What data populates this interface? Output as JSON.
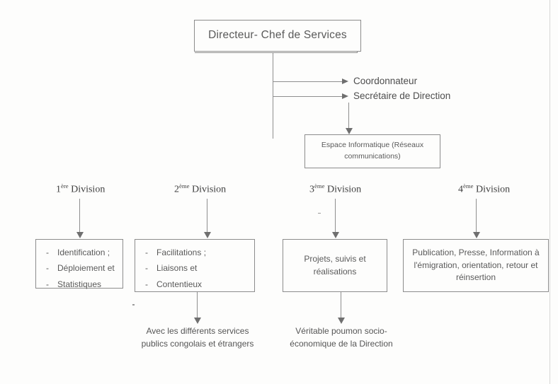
{
  "diagram": {
    "type": "organizational-chart",
    "language": "fr",
    "root": {
      "label": "Directeur- Chef de Services"
    },
    "staff_branches": [
      {
        "label": "Coordonnateur"
      },
      {
        "label": "Secrétaire de Direction"
      }
    ],
    "support_unit": {
      "line1": "Espace Informatique (Réseaux",
      "line2": "communications)"
    },
    "divisions": [
      {
        "ordinal": "1",
        "ordinal_suffix": "ère",
        "label_tail": " Division",
        "box_type": "list",
        "items": [
          "Identification ;",
          "Déploiement et",
          "Statistiques"
        ],
        "bullet": "-",
        "caption": null
      },
      {
        "ordinal": "2",
        "ordinal_suffix": "ème",
        "label_tail": " Division",
        "box_type": "list",
        "items": [
          "Facilitations ;",
          "Liaisons et",
          "Contentieux"
        ],
        "bullet": "-",
        "caption": {
          "line1": "Avec  les  différents  services",
          "line2": "publics congolais et étrangers"
        }
      },
      {
        "ordinal": "3",
        "ordinal_suffix": "ème",
        "label_tail": " Division",
        "box_type": "text",
        "text_line1": "Projets, suivis et",
        "text_line2": "réalisations",
        "caption": {
          "line1": "Véritable poumon socio-",
          "line2": "économique de la Direction"
        }
      },
      {
        "ordinal": "4",
        "ordinal_suffix": "ème",
        "label_tail": " Division",
        "box_type": "text",
        "text_line1": "Publication, Presse, Information à",
        "text_line2": "l'émigration, orientation, retour et",
        "text_line3": "réinsertion",
        "caption": null
      }
    ],
    "colors": {
      "stroke": "#8e8e8e",
      "text": "#555555",
      "background": "#fdfdfc"
    }
  }
}
